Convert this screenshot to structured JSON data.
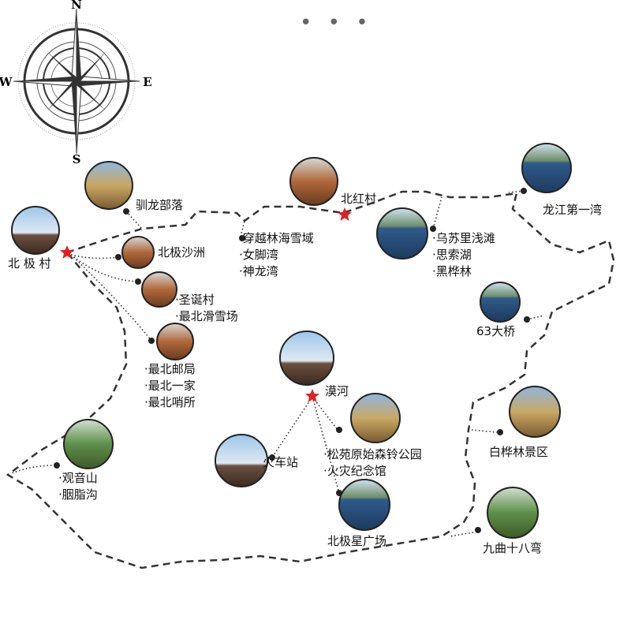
{
  "header_dots": "• • •",
  "compass": {
    "N": "N",
    "E": "E",
    "S": "S",
    "W": "W"
  },
  "route_color": "#333333",
  "star_color": "#e02020",
  "places": {
    "beiji_village": "北 极 村",
    "xunlong": "驯龙部落",
    "beiji_sandbar": "北极沙洲",
    "christmas": [
      "圣诞村",
      "最北滑雪场"
    ],
    "post": [
      "最北邮局",
      "最北一家",
      "最北哨所"
    ],
    "guanyin": [
      "观音山",
      "胭脂沟"
    ],
    "forest": [
      "穿越林海雪域",
      "女脚湾",
      "神龙湾"
    ],
    "beihong": "北红村",
    "wusuli": [
      "乌苏里浅滩",
      "思索湖",
      "黑桦林"
    ],
    "longjiang": "龙江第一湾",
    "bridge63": "63大桥",
    "mohe": "漠河",
    "songyuan": [
      "松苑原始森铃公园",
      "火灾纪念馆"
    ],
    "station": "火车站",
    "birch": "白桦林景区",
    "polaris": "北极星广场",
    "jiuqu": "九曲十八弯"
  }
}
